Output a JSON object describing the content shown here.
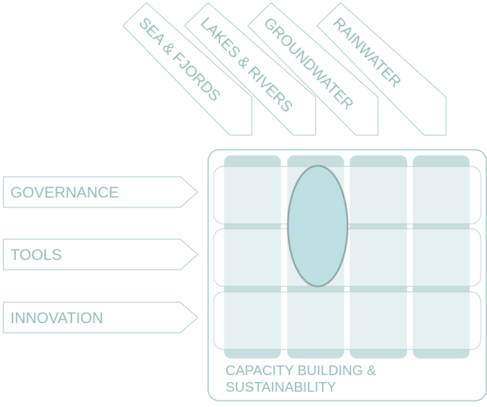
{
  "colors": {
    "outline": "#9cc2c2",
    "text": "#94b8b8",
    "column_fill": "#bed8d8",
    "row_fill": "#ffffff",
    "ellipse_fill": "#bde0e2",
    "ellipse_stroke": "#8da6a8"
  },
  "columns": [
    {
      "label": "SEA & FJORDS"
    },
    {
      "label": "LAKES & RIVERS"
    },
    {
      "label": "GROUNDWATER"
    },
    {
      "label": "RAINWATER"
    }
  ],
  "rows": [
    {
      "label": "GOVERNANCE"
    },
    {
      "label": "TOOLS"
    },
    {
      "label": "INNOVATION"
    }
  ],
  "footer": {
    "line1": "CAPACITY BUILDING &",
    "line2": "SUSTAINABILITY"
  },
  "highlight": {
    "column": "LAKES & RIVERS",
    "rows": [
      "GOVERNANCE",
      "TOOLS"
    ]
  }
}
